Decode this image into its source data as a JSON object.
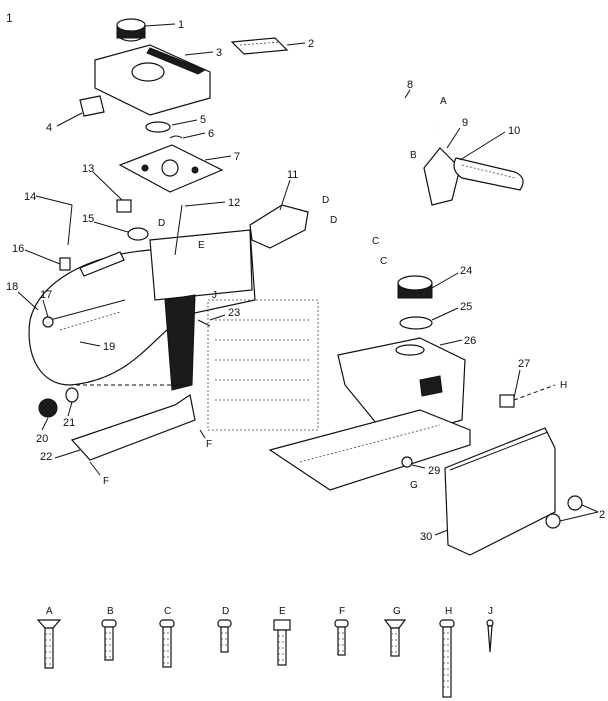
{
  "page_number": "1",
  "callouts": [
    "1",
    "2",
    "3",
    "4",
    "5",
    "6",
    "7",
    "8",
    "9",
    "10",
    "11",
    "12",
    "13",
    "14",
    "15",
    "16",
    "17",
    "18",
    "19",
    "20",
    "21",
    "22",
    "23",
    "24",
    "25",
    "26",
    "27",
    "29",
    "30",
    "2"
  ],
  "letter_marks": [
    "A",
    "B",
    "C",
    "C",
    "D",
    "D",
    "D",
    "E",
    "F",
    "F",
    "G",
    "H",
    "J"
  ],
  "screw_legend": [
    "A",
    "B",
    "C",
    "D",
    "E",
    "F",
    "G",
    "H",
    "J"
  ]
}
